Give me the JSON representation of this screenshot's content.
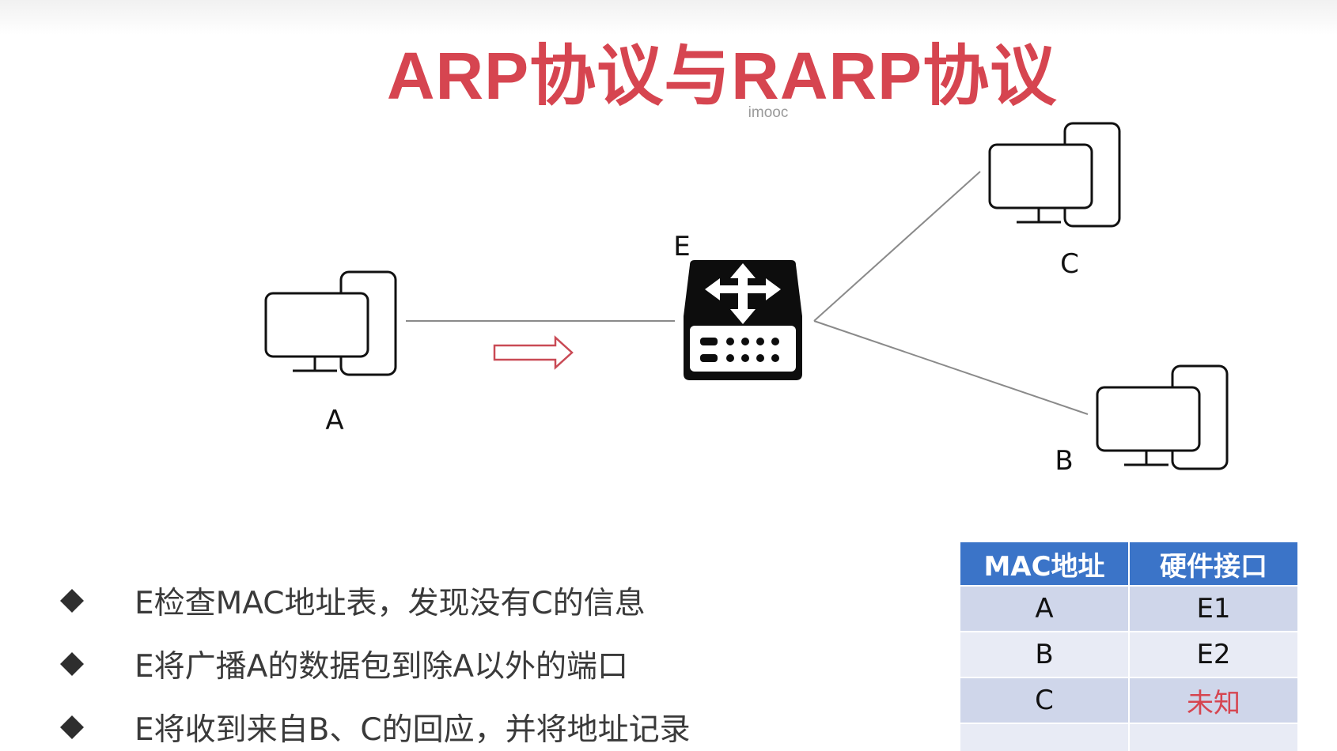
{
  "title": "ARP协议与RARP协议",
  "watermark": "imooc",
  "nodes": {
    "a": "A",
    "e": "E",
    "c": "C",
    "b": "B"
  },
  "bullets": [
    "E检查MAC地址表，发现没有C的信息",
    "E将广播A的数据包到除A以外的端口",
    "E将收到来自B、C的回应，并将地址记录"
  ],
  "mac_table": {
    "headers": [
      "MAC地址",
      "硬件接口"
    ],
    "rows": [
      {
        "mac": "A",
        "port": "E1"
      },
      {
        "mac": "B",
        "port": "E2"
      },
      {
        "mac": "C",
        "port": "未知"
      },
      {
        "mac": "",
        "port": ""
      }
    ]
  },
  "colors": {
    "title": "#d64550",
    "arrow": "#c94a55",
    "table_header": "#3b74c8",
    "table_row_odd": "#cfd6ea",
    "table_row_even": "#e8ebf5",
    "unknown_text": "#d64550"
  },
  "icons": {
    "computer": "desktop-computer-icon",
    "switch": "network-switch-icon",
    "arrow": "right-arrow-icon",
    "bullet": "diamond-bullet-icon"
  }
}
